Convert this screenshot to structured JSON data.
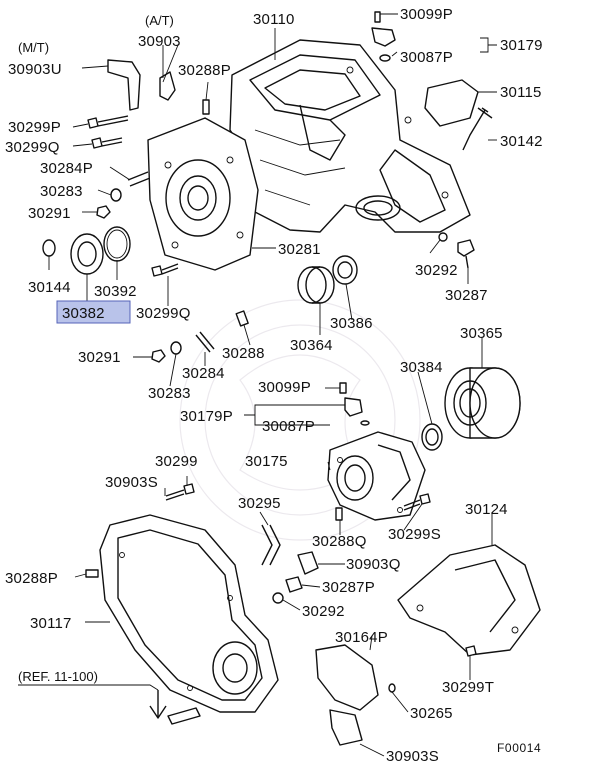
{
  "labels": {
    "at_note": "(A/T)",
    "mt_note": "(M/T)",
    "p30903_top": "30903",
    "p30903u": "30903U",
    "p30110": "30110",
    "p30099p_top": "30099P",
    "p30179": "30179",
    "p30087p_top": "30087P",
    "p30115": "30115",
    "p30142": "30142",
    "p30288p_top": "30288P",
    "p30299p": "30299P",
    "p30299q_left": "30299Q",
    "p30284p": "30284P",
    "p30283_top": "30283",
    "p30291_top": "30291",
    "p30281": "30281",
    "p30292_right": "30292",
    "p30287": "30287",
    "p30144": "30144",
    "p30392": "30392",
    "p30382": "30382",
    "p30299q_mid": "30299Q",
    "p30288": "30288",
    "p30364": "30364",
    "p30386": "30386",
    "p30365": "30365",
    "p30291_mid": "30291",
    "p30284": "30284",
    "p30283_mid": "30283",
    "p30384": "30384",
    "p30099p_mid": "30099P",
    "p30179p": "30179P",
    "p30087p_mid": "30087P",
    "p30175": "30175",
    "p30299": "30299",
    "p30903s_left": "30903S",
    "p30295": "30295",
    "p30288q": "30288Q",
    "p30299s": "30299S",
    "p30124": "30124",
    "p30903q": "30903Q",
    "p30288p_bottom": "30288P",
    "p30287p": "30287P",
    "p30292_bottom": "30292",
    "p30117": "30117",
    "p30164p": "30164P",
    "ref_note": "(REF. 11-100)",
    "p30299t": "30299T",
    "p30265": "30265",
    "p30903s_bottom": "30903S",
    "figure_code": "F00014"
  },
  "highlight": {
    "part": "30382",
    "color": "#b9c3ea"
  }
}
